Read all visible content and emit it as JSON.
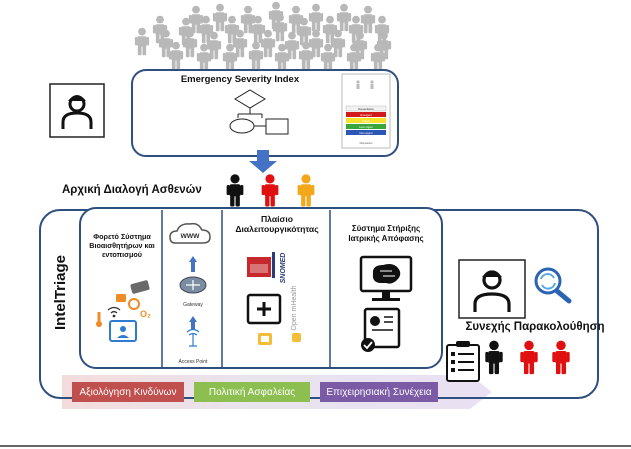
{
  "top_box": {
    "title": "Emergency Severity Index",
    "card_rows": [
      "Resuscitation",
      "Emergent",
      "Urgent",
      "Less urgent",
      "Non-urgent"
    ],
    "card_footer": "Disposition"
  },
  "triage_label": "Αρχική Διαλογή Ασθενών",
  "system_label": "IntelTriage",
  "panels": {
    "wearables": "Φορετό Σύστημα Βιοαισθητήρων και εντοπισμού",
    "www": "www",
    "gateway": "Gateway",
    "access_point": "Access Point",
    "interop": "Πλαίσιο Διαλειτουργικότητας",
    "snomed": "SNOMED",
    "open_mhealth": "Open mHealth",
    "dss": "Σύστημα Στήριξης Ιατρικής Απόφασης",
    "o2": "O₂"
  },
  "monitoring_label": "Συνεχής Παρακολούθηση",
  "bars": [
    {
      "label": "Αξιολόγηση Κινδύνων",
      "color": "#c0504d"
    },
    {
      "label": "Πολιτική Ασφαλείας",
      "color": "#8cbf4f"
    },
    {
      "label": "Επιχειρησιακή Συνέχεια",
      "color": "#7b5ba6"
    }
  ],
  "colors": {
    "frame": "#2f4f7f",
    "arrow": "#4472c4",
    "severity_red": "#e01010",
    "severity_orange": "#f3a81c",
    "crowd": "#b8b8b8"
  }
}
